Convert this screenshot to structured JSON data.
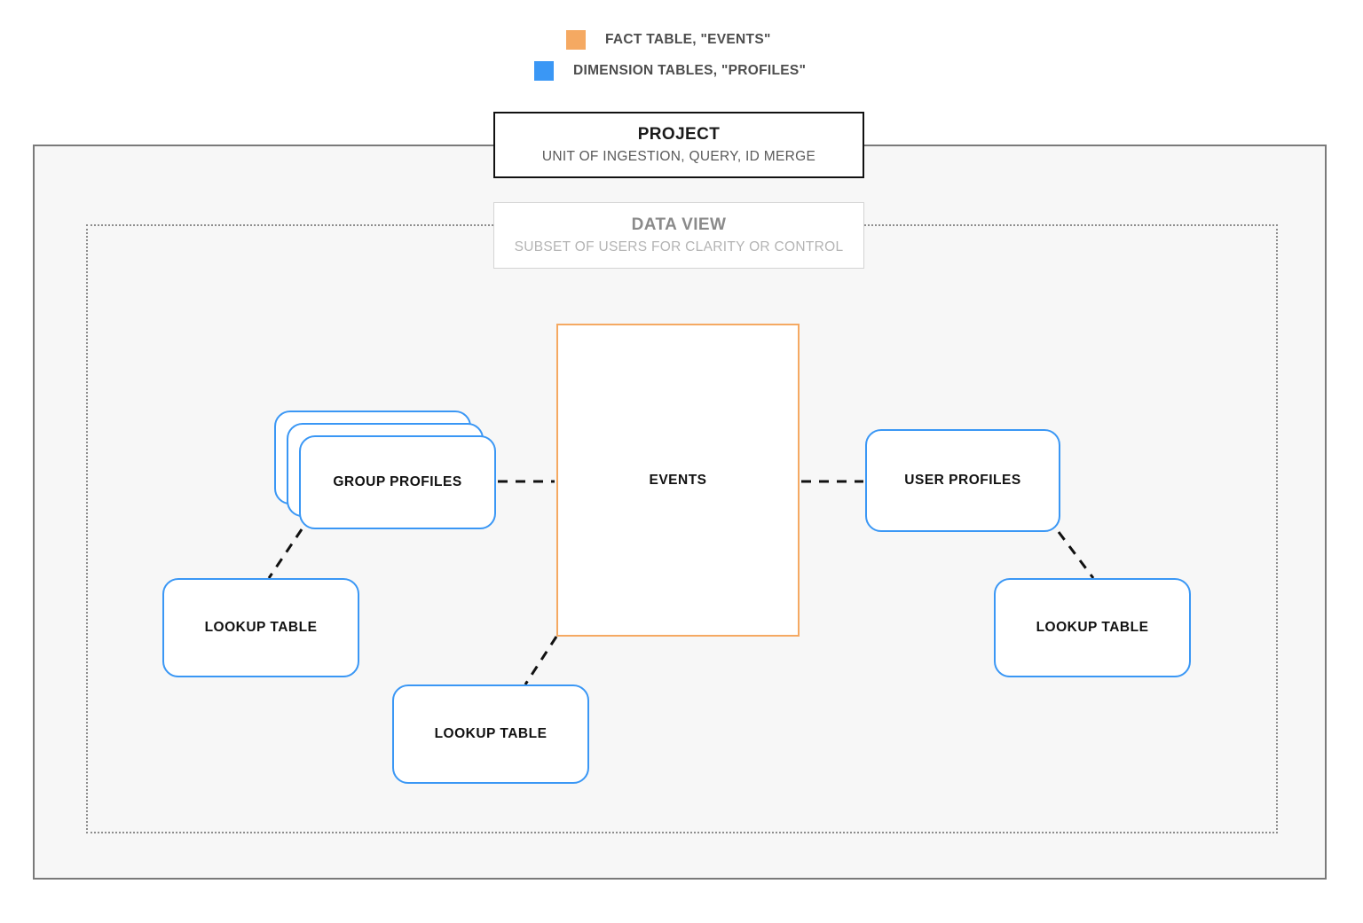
{
  "legend": {
    "items": [
      {
        "label": "FACT TABLE, \"EVENTS\"",
        "color": "#f5a962",
        "icon": "orange-square-swatch"
      },
      {
        "label": "DIMENSION TABLES, \"PROFILES\"",
        "color": "#3a97f5",
        "icon": "blue-square-swatch"
      }
    ]
  },
  "project": {
    "title": "PROJECT",
    "subtitle": "UNIT OF INGESTION, QUERY, ID MERGE",
    "border_color": "#111111"
  },
  "data_view": {
    "title": "DATA VIEW",
    "subtitle": "SUBSET OF USERS FOR CLARITY OR CONTROL",
    "border_color": "#d4d4d4"
  },
  "nodes": {
    "events": {
      "label": "EVENTS",
      "type": "fact",
      "color": "#f5a962"
    },
    "group_profiles": {
      "label": "GROUP PROFILES",
      "type": "dimension",
      "color": "#3a97f5",
      "stacked": 3
    },
    "user_profiles": {
      "label": "USER PROFILES",
      "type": "dimension",
      "color": "#3a97f5"
    },
    "lookup_left": {
      "label": "LOOKUP TABLE",
      "type": "dimension",
      "color": "#3a97f5"
    },
    "lookup_center": {
      "label": "LOOKUP TABLE",
      "type": "dimension",
      "color": "#3a97f5"
    },
    "lookup_right": {
      "label": "LOOKUP TABLE",
      "type": "dimension",
      "color": "#3a97f5"
    }
  },
  "connectors": {
    "style": "dashed",
    "color": "#111111",
    "edges": [
      {
        "from": "group_profiles",
        "to": "events"
      },
      {
        "from": "events",
        "to": "user_profiles"
      },
      {
        "from": "group_profiles",
        "to": "lookup_left"
      },
      {
        "from": "events",
        "to": "lookup_center"
      },
      {
        "from": "user_profiles",
        "to": "lookup_right"
      }
    ]
  },
  "containers": {
    "outer": {
      "name": "project-container",
      "fill": "#f7f7f7",
      "border": "#7a7a7a",
      "border_style": "solid"
    },
    "inner": {
      "name": "data-view-container",
      "fill": "transparent",
      "border": "#8d8d8d",
      "border_style": "dotted"
    }
  }
}
